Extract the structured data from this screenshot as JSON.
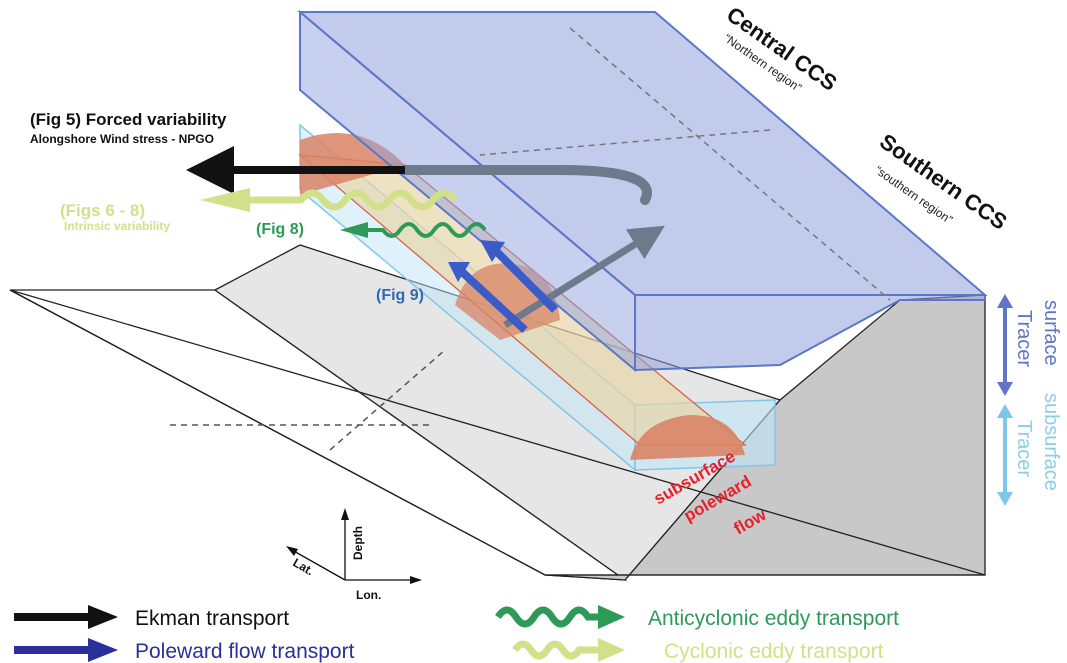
{
  "regions": {
    "central_title": "Central CCS",
    "central_sub": "“Northern region”",
    "southern_title": "Southern CCS",
    "southern_sub": "“southern region”"
  },
  "annotations": {
    "fig5_title": "(Fig 5) Forced variability",
    "fig5_sub": "Alongshore Wind stress - NPGO",
    "figs68_title": "(Figs 6 - 8)",
    "figs68_sub": "Intrinsic variability",
    "fig8": "(Fig 8)",
    "fig9": "(Fig 9)",
    "flow_line1": "subsurface",
    "flow_line2": "poleward",
    "flow_line3": "flow"
  },
  "tracers": {
    "surface_word": "surface",
    "surface_tracer": "Tracer",
    "subsurface_word": "subsurface",
    "subsurface_tracer": "Tracer"
  },
  "axes": {
    "depth": "Depth",
    "lat": "Lat.",
    "lon": "Lon."
  },
  "legend": {
    "ekman": "Ekman transport",
    "poleward": "Poleward flow transport",
    "anticyclonic": "Anticyclonic eddy transport",
    "cyclonic": "Cyclonic eddy transport"
  },
  "colors": {
    "ekman": "#111111",
    "poleward": "#2a2f9a",
    "poleward_arrow": "#3a5bc8",
    "anticyclonic": "#2e9a58",
    "cyclonic": "#d2e08a",
    "subsurface_flow_text": "#e8202a",
    "surface_box": "#8ea0dc",
    "subsurface_box": "#a9d8f0",
    "tube": "#d98466",
    "shelf": "#d4d4d4"
  }
}
